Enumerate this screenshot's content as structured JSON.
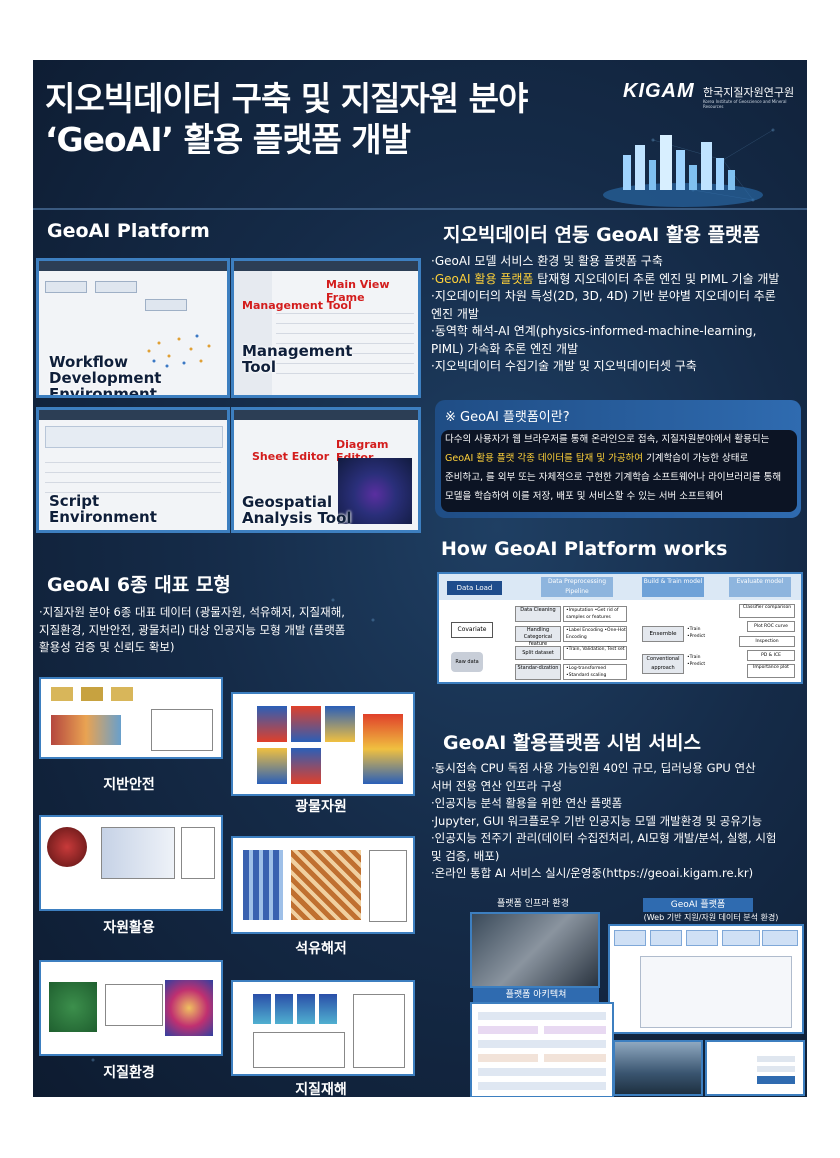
{
  "header": {
    "title_line1": "지오빅데이터 구축 및 지질자원 분야",
    "title_line2": "‘GeoAI’ 활용 플랫폼 개발",
    "logo_main": "KIGAM",
    "logo_ko": "한국지질자원연구원",
    "logo_en": "Korea Institute of Geoscience and Mineral Resources"
  },
  "platform": {
    "heading": "GeoAI Platform",
    "thumbs": [
      {
        "label1": "Workflow Development",
        "label2": "Environment"
      },
      {
        "label1": "Management",
        "label2": "Tool",
        "red1": "Management Tool",
        "red2": "Main View Frame"
      },
      {
        "label1": "Script",
        "label2": "Environment"
      },
      {
        "label1": "Geospatial",
        "label2": "Analysis Tool",
        "red1": "Sheet Editor",
        "red2": "Diagram Editor"
      }
    ]
  },
  "geobig": {
    "heading": "지오빅데이터 연동 GeoAI 활용 플랫폼",
    "b1": "·GeoAI 모델 서비스 환경 및 활용 플랫폼 구축",
    "b2_hl": "·GeoAI 활용 플랫폼",
    "b2_rest": " 탑재형 지오데이터 추론 엔진 및 PIML 기술 개발",
    "b3": "·지오데이터의 차원 특성(2D, 3D, 4D) 기반 분야별 지오데이터 추론",
    "b3b": "  엔진 개발",
    "b4": "·동역학 해석-AI 연계(physics-informed-machine-learning,",
    "b4b": "  PIML) 가속화 추론 엔진 개발",
    "b5": "·지오빅데이터 수집기술 개발 및 지오빅데이터셋 구축"
  },
  "info": {
    "title": "※ GeoAI 플랫폼이란?",
    "l1": "다수의 사용자가 웹 브라우저를 통해 온라인으로 접속, 지질자원분야에서 활용되는",
    "l2_hl": "GeoAI 활용 플랫 각종 데이터를 탑재 및 가공하여",
    "l2_rest": " 기계학습이 가능한 상태로",
    "l3": "준비하고,  를 외부 또는 자체적으로 구현한 기계학습 소프트웨어나 라이브러리를 통해",
    "l4": "모델을 학습하여 이를 저장, 배포 및 서비스할 수 있는 서버 소프트웨어"
  },
  "works": {
    "heading": "How GeoAI Platform works",
    "stages": [
      "Data Load",
      "Data Preprocessing Pipeline",
      "Build & Train model",
      "Evaluate model"
    ],
    "left_boxes": [
      "Covariate",
      "Raw data"
    ],
    "pre_steps": [
      "Data Cleaning",
      "Handling Categorical feature",
      "Split dataset",
      "Standar-dization"
    ],
    "pre_notes": [
      "•Imputation •Get rid of samples or features",
      "•Label Encoding •One-Hot Encoding",
      "•Train, Validation, Test set",
      "•Log-transformed •Standard scaling"
    ],
    "models": [
      "Ensemble",
      "Conventional approach"
    ],
    "model_notes": [
      "•Train •Predict",
      "•Train •Predict"
    ],
    "eval_items": [
      "Classifier comparison",
      "Plot ROC curve",
      "Inspection",
      "PD & ICE",
      "Importance plot"
    ]
  },
  "models6": {
    "heading": "GeoAI 6종 대표 모형",
    "b1": "·지질자원 분야 6종 대표 데이터 (광물자원, 석유해저, 지질재해,",
    "b1b": "  지질환경, 지반안전, 광물처리) 대상 인공지능 모형 개발 (플랫폼",
    "b1c": "  활용성 검증 및 신뢰도 확보)",
    "captions": [
      "지반안전",
      "광물자원",
      "자원활용",
      "석유해저",
      "지질환경",
      "지질재해"
    ]
  },
  "service": {
    "heading": "GeoAI 활용플랫폼 시범 서비스",
    "b1": "·동시접속 CPU 독점 사용 가능인원 40인 규모, 딥러닝용 GPU 연산",
    "b1b": "  서버 전용 연산 인프라 구성",
    "b2": "·인공지능 분석 활용을 위한 연산 플랫폼",
    "b3": "·Jupyter, GUI 워크플로우 기반 인공지능 모델 개발환경 및 공유기능",
    "b4": "·인공지능 전주기 관리(데이터 수집전처리, AI모형 개발/분석, 실행, 시험",
    "b4b": "  및 검증, 배포)",
    "b5": "·온라인 통합 AI 서비스 실시/운영중(https://geoai.kigam.re.kr)",
    "infra": "플랫폼 인프라 환경",
    "arch": "플랫폼 아키텍쳐",
    "platform": "GeoAI 플랫폼",
    "platform_sub": "(Web 기반 지원/자원 데이터 분석 환경)"
  }
}
